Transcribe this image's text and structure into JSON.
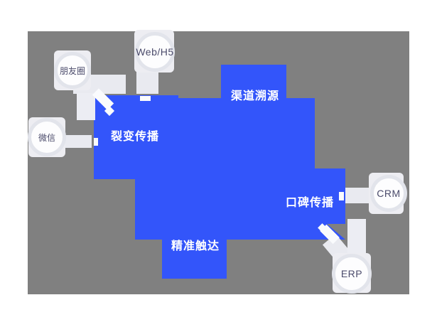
{
  "diagram": {
    "title": "private-domain marketing capability map",
    "shape": {
      "color": "#3355fa",
      "labels": {
        "top": "渠道溯源",
        "left": "裂变传播",
        "right": "口碑传播",
        "bottom": "精准触达"
      }
    },
    "panel_color": "#808080",
    "connector_color": "#e9eaf0",
    "nodes": [
      {
        "id": "moments",
        "label": "朋友圈"
      },
      {
        "id": "webh5",
        "label": "Web/H5"
      },
      {
        "id": "wechat",
        "label": "微信"
      },
      {
        "id": "crm",
        "label": "CRM"
      },
      {
        "id": "erp",
        "label": "ERP"
      }
    ]
  }
}
